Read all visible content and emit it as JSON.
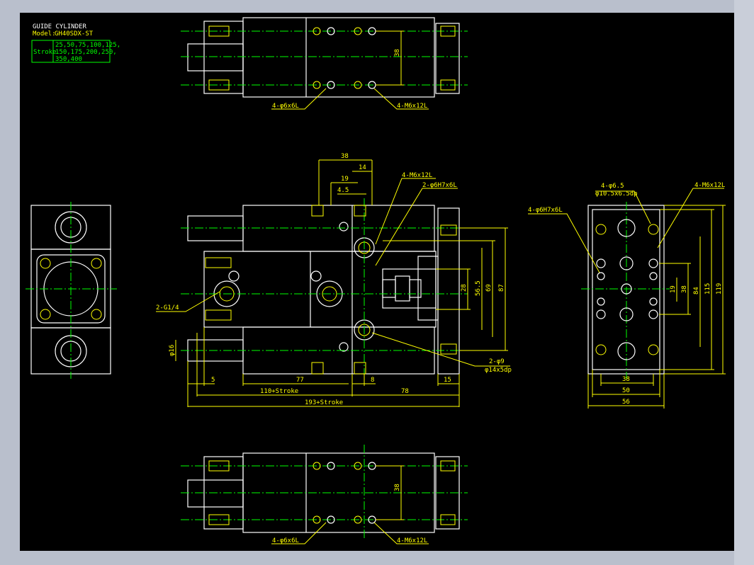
{
  "title_block": {
    "title": "GUIDE CYLINDER",
    "model_label": "Model:",
    "model": "GH40SDX-ST",
    "stroke_label": "Stroke",
    "stroke_values": [
      "25,50,75,100,125,",
      "150,175,200,250,",
      "350,400"
    ]
  },
  "top_view": {
    "dim_38": "38",
    "hole_a": "4-φ6x6L",
    "hole_b": "4-M6x12L"
  },
  "front_view": {
    "dim_38": "38",
    "dim_14": "14",
    "dim_19": "19",
    "dim_4_5": "4.5",
    "tap": "4-M6x12L",
    "pin": "2-φ6H7x6L",
    "port": "2-G1/4",
    "cbore_1": "2-φ9",
    "cbore_2": "φ14x5dp",
    "dim_28": "28",
    "dim_56_5": "56.5",
    "dim_69": "69",
    "dim_87": "87",
    "dim_phi16": "φ16",
    "dim_5": "5",
    "dim_77": "77",
    "dim_8": "8",
    "dim_15": "15",
    "dim_110": "110+Stroke",
    "dim_78": "78",
    "dim_193": "193+Stroke"
  },
  "side_view": {
    "hole_a": "4-φ6.5",
    "hole_a2": "φ10.5x6.5dp",
    "tap": "4-M6x12L",
    "pin": "4-φ6H7x6L",
    "dim_19": "19",
    "dim_38": "38",
    "dim_84": "84",
    "dim_115": "115",
    "dim_119": "119",
    "dim_38b": "38",
    "dim_50": "50",
    "dim_56": "56"
  },
  "bottom_view": {
    "dim_38": "38",
    "hole_a": "4-φ6x6L",
    "hole_b": "4-M6x12L"
  }
}
